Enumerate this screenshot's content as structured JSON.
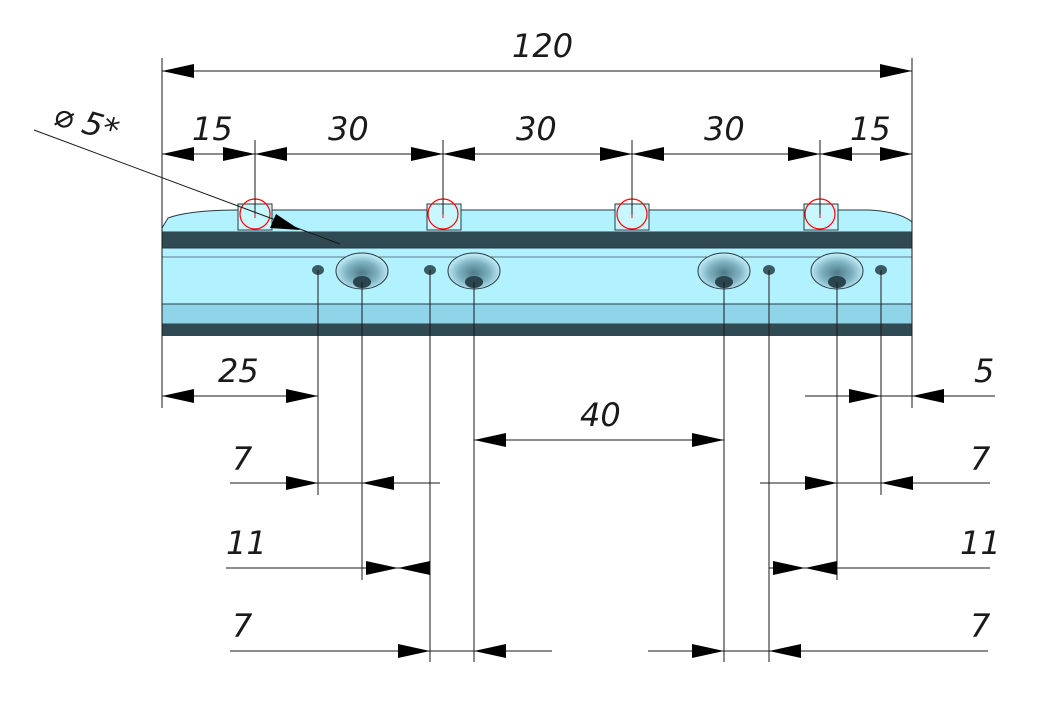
{
  "dimensions": {
    "overall_length": "120",
    "hole_diameter": "⌀ 5*",
    "top_pitch": [
      "15",
      "30",
      "30",
      "30",
      "15"
    ],
    "left_offset": "25",
    "right_offset": "5",
    "center_span": "40",
    "left_stack": [
      "7",
      "11",
      "7"
    ],
    "right_stack": [
      "7",
      "11",
      "7"
    ]
  },
  "colors": {
    "body_light": "#b2f1ff",
    "body_mid": "#8fd4e8",
    "body_dark": "#2f4a52",
    "hole_marker": "#ff0000",
    "line": "#1a1a1a"
  }
}
